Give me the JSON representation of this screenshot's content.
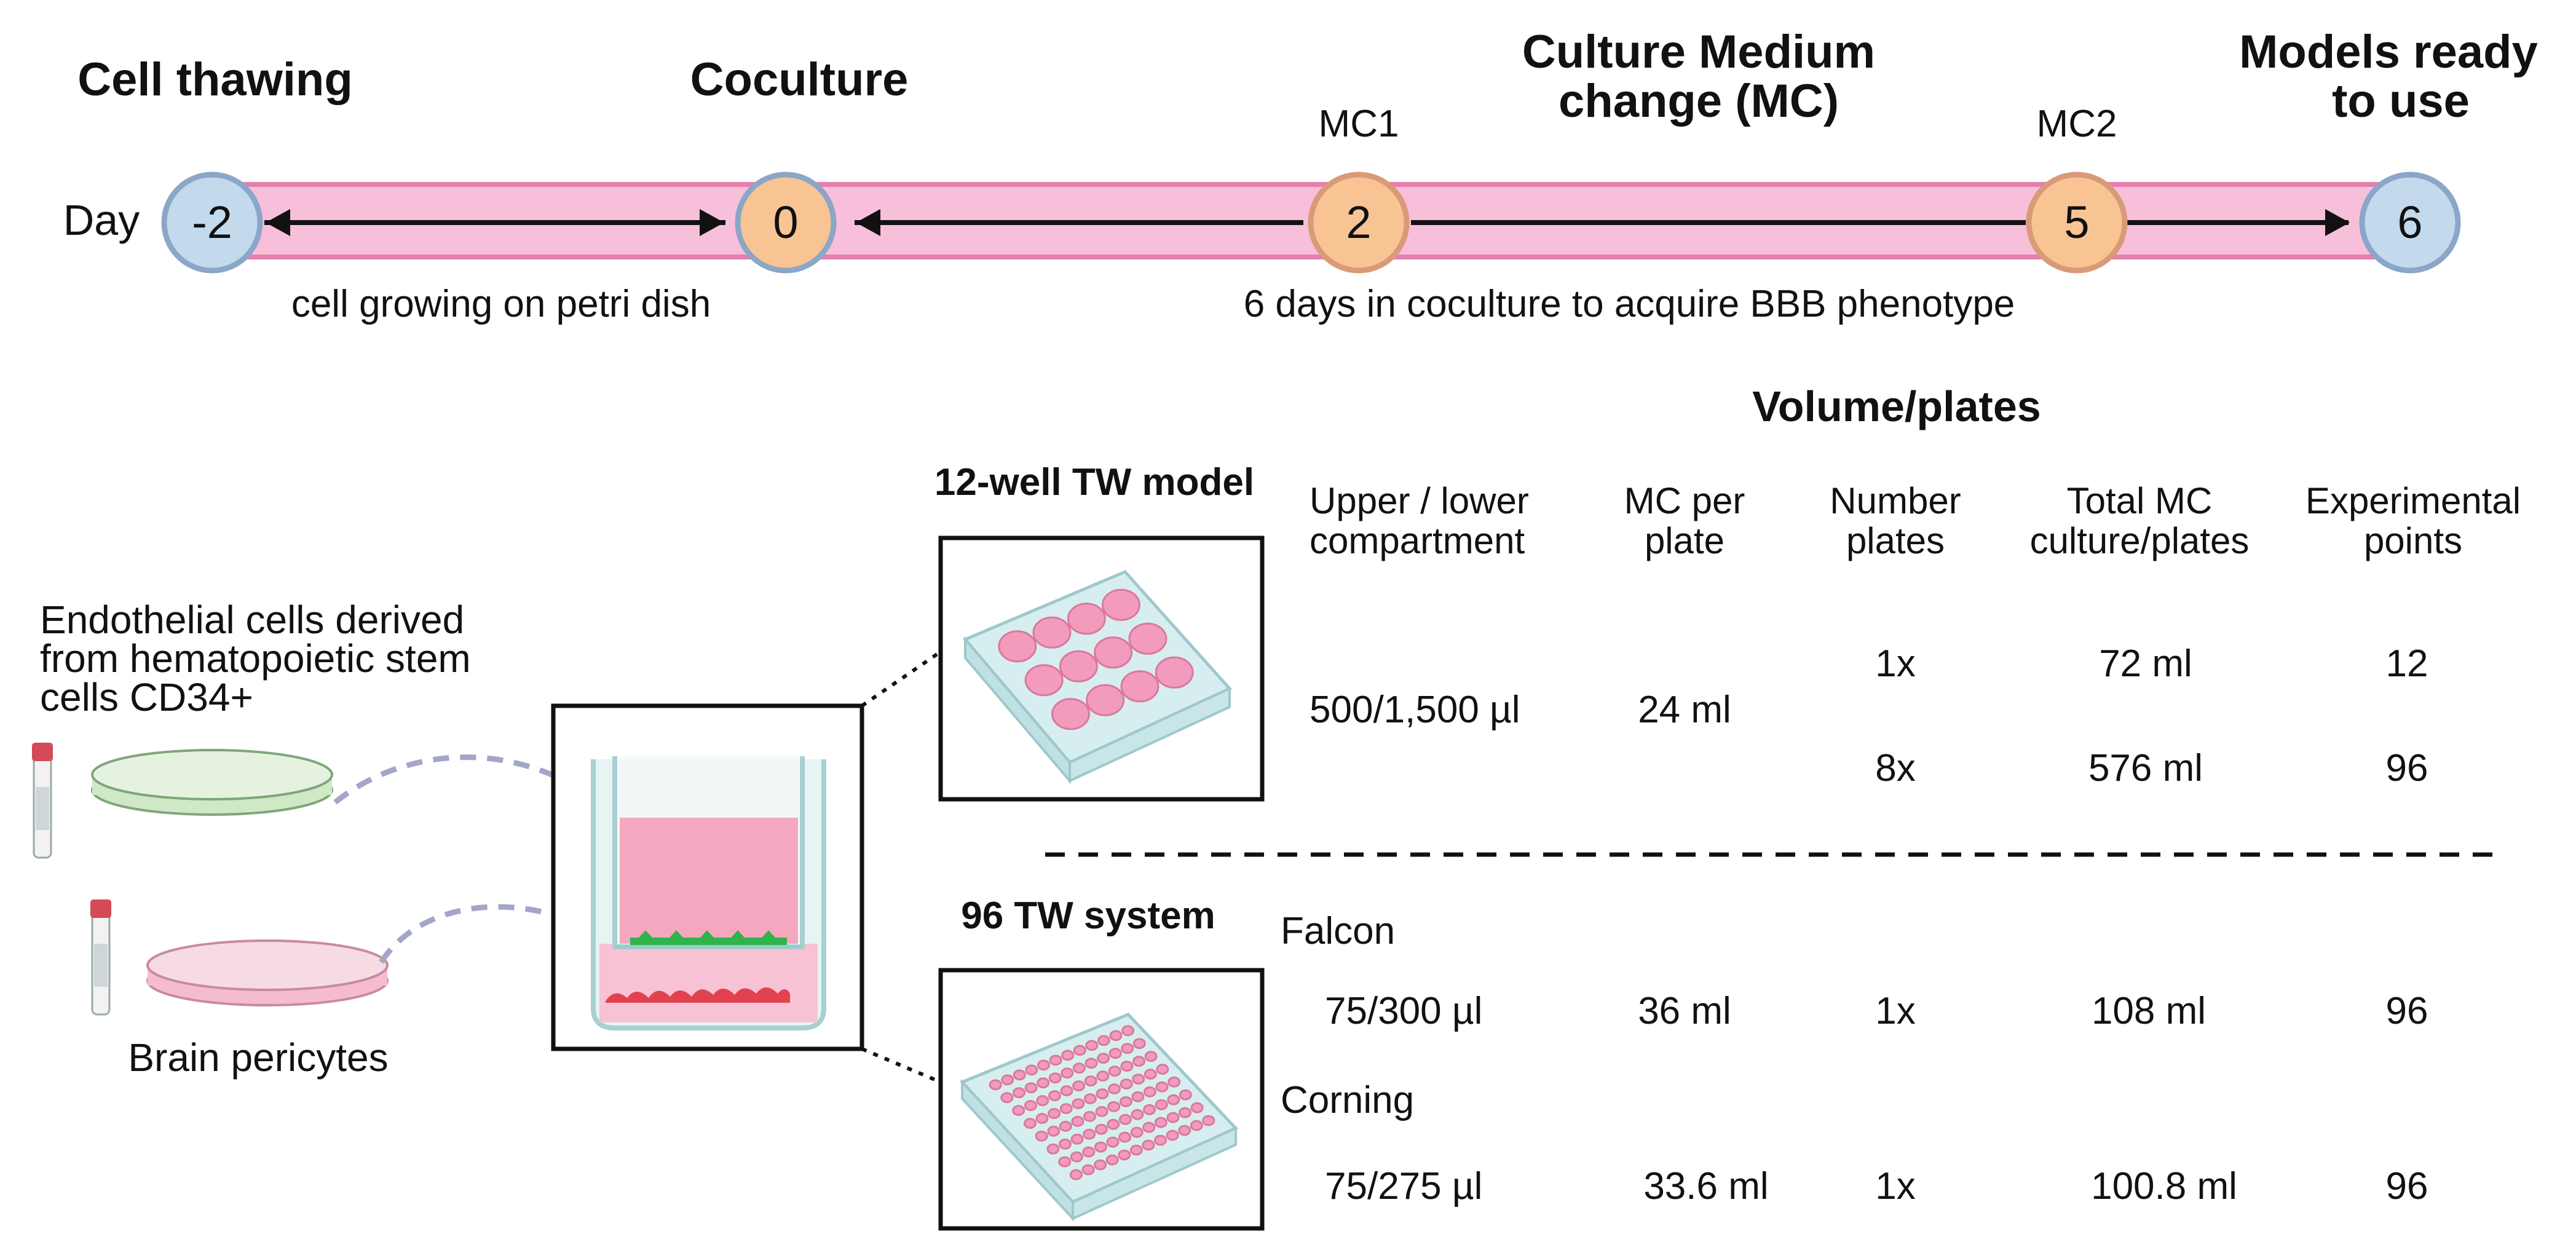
{
  "timeline": {
    "phase_titles": {
      "cell_thawing": "Cell thawing",
      "coculture": "Coculture",
      "medium_change_line1": "Culture Medium",
      "medium_change_line2": "change (MC)",
      "ready_line1": "Models ready",
      "ready_line2": "to use"
    },
    "mc_labels": {
      "mc1": "MC1",
      "mc2": "MC2"
    },
    "day_label": "Day",
    "days": [
      "-2",
      "0",
      "2",
      "5",
      "6"
    ],
    "captions": {
      "growing": "cell growing on petri dish",
      "coculture": "6 days in coculture to acquire BBB phenotype"
    },
    "colors": {
      "band": "#f7bfd9",
      "band_edge": "#e47fae",
      "blue_node": "#c3d9ec",
      "orange_node": "#f8c493",
      "node_ring": "#8aa6c8"
    }
  },
  "cells": {
    "endothelial": "Endothelial cells derived from hematopoietic stem cells CD34+",
    "endothelial_lines": [
      "Endothelial cells derived",
      "from hematopoietic stem",
      "cells CD34+"
    ],
    "pericytes": "Brain pericytes"
  },
  "models": {
    "twelve_well": "12-well TW model",
    "ninety_six": "96 TW system"
  },
  "table": {
    "title": "Volume/plates",
    "headers": [
      [
        "Upper / lower",
        "compartment"
      ],
      [
        "MC per",
        "plate"
      ],
      [
        "Number",
        "plates"
      ],
      [
        "Total MC",
        "culture/plates"
      ],
      [
        "Experimental",
        "points"
      ]
    ],
    "twelve_well": {
      "compartment": "500/1,500 µl",
      "mc_per_plate": "24 ml",
      "rows": [
        {
          "plates": "1x",
          "total": "72 ml",
          "points": "12"
        },
        {
          "plates": "8x",
          "total": "576 ml",
          "points": "96"
        }
      ]
    },
    "falcon": {
      "label": "Falcon",
      "compartment": "75/300 µl",
      "mc_per_plate": "36 ml",
      "plates": "1x",
      "total": "108 ml",
      "points": "96"
    },
    "corning": {
      "label": "Corning",
      "compartment": "75/275 µl",
      "mc_per_plate": "33.6 ml",
      "plates": "1x",
      "total": "100.8 ml",
      "points": "96"
    }
  }
}
